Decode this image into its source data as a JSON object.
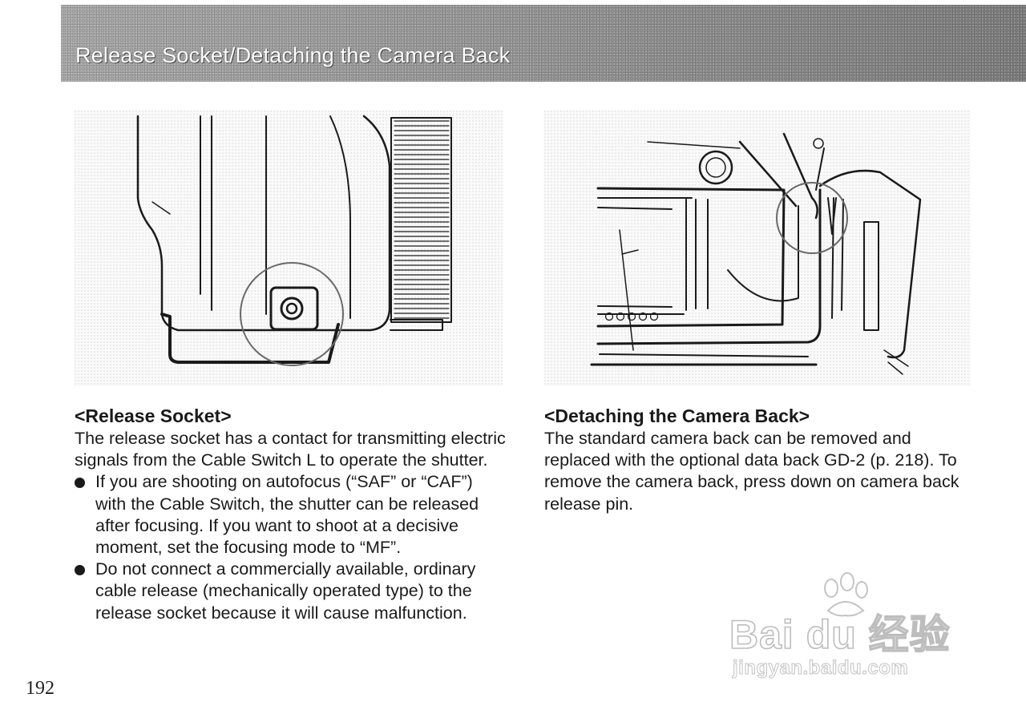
{
  "header": {
    "title": "Release Socket/Detaching the Camera Back"
  },
  "release_socket": {
    "heading": "<Release Socket>",
    "intro": "The release socket has a contact for transmitting electric signals from the Cable Switch L to operate the shutter.",
    "bullets": [
      "If you are shooting on autofocus (“SAF” or “CAF”) with the Cable Switch, the shutter can be released after focusing. If you want to shoot at a decisive moment, set the focusing mode to “MF”.",
      "Do not connect a commercially available, ordinary cable release (mechanically operated type) to the release socket because it will cause malfunction."
    ]
  },
  "camera_back": {
    "heading": "<Detaching the Camera Back>",
    "body": "The standard camera back can be removed and replaced with the optional data back GD-2 (p. 218). To remove the camera back, press down on camera back release pin."
  },
  "page_number": "192",
  "watermark": {
    "brand": "Bai du 经验",
    "url": "jingyan.baidu.com"
  },
  "colors": {
    "header_band": "#8e8e8e",
    "header_text": "#ffffff",
    "text": "#1a1a1a"
  }
}
